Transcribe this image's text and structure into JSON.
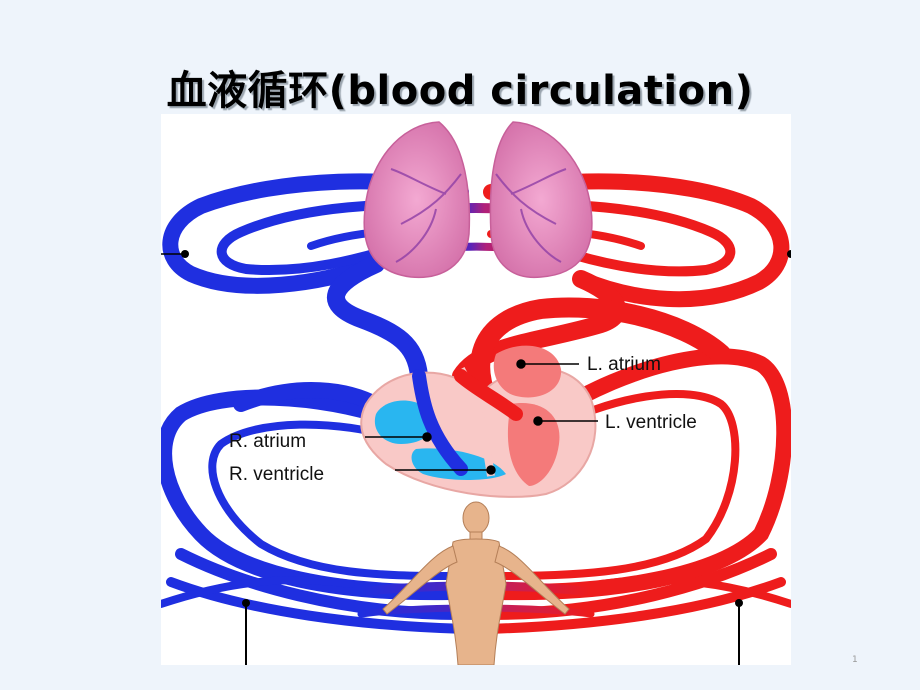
{
  "slide": {
    "title": "血液循环(blood circulation)",
    "page_number": "1"
  },
  "diagram": {
    "labels": {
      "left_atrium": "L. atrium",
      "left_ventricle": "L. ventricle",
      "right_atrium": "R. atrium",
      "right_ventricle": "R. ventricle"
    },
    "colors": {
      "deoxygenated_blood": "#1f2fe0",
      "oxygenated_blood": "#ee1c1c",
      "right_chambers": "#29b6f0",
      "left_chambers": "#f47a7a",
      "heart_wall": "#f9c9c7",
      "lungs": "#e58fbd",
      "body_skin": "#e7b48c"
    }
  }
}
